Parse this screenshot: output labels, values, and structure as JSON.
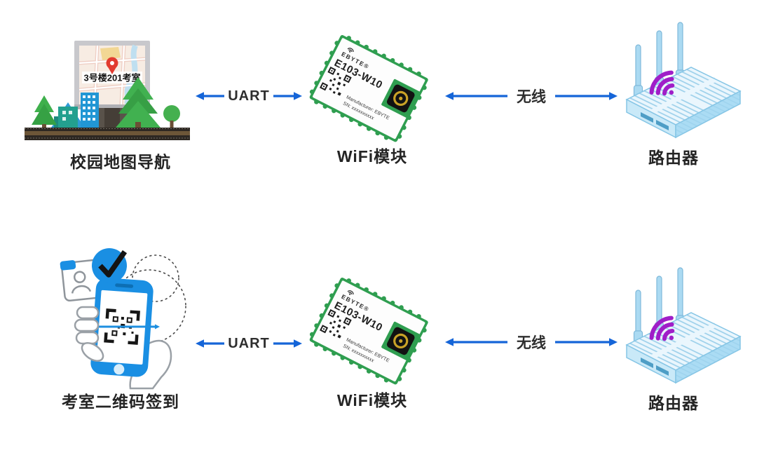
{
  "rows": [
    {
      "scene_caption": "校园地图导航",
      "billboard_text": "3号楼201考室",
      "uart_label": "UART",
      "module_caption": "WiFi模块",
      "wireless_label": "无线",
      "router_caption": "路由器"
    },
    {
      "scene_caption": "考室二维码签到",
      "uart_label": "UART",
      "module_caption": "WiFi模块",
      "wireless_label": "无线",
      "router_caption": "路由器"
    }
  ],
  "module": {
    "logo": "EBYTE®",
    "model": "E103-W10",
    "manufacturer": "Manufacturer: EBYTE",
    "serial": "SN: xxxxxxxxxx"
  },
  "colors": {
    "arrow_blue": "#1565d8",
    "phone_blue": "#1a8fe3",
    "pcb_green": "#2f9e50",
    "wifi_purple": "#a01ec8",
    "router_blue": "#abdcf4",
    "pin_red": "#e23b30",
    "label_dark": "#2e2e2e"
  }
}
